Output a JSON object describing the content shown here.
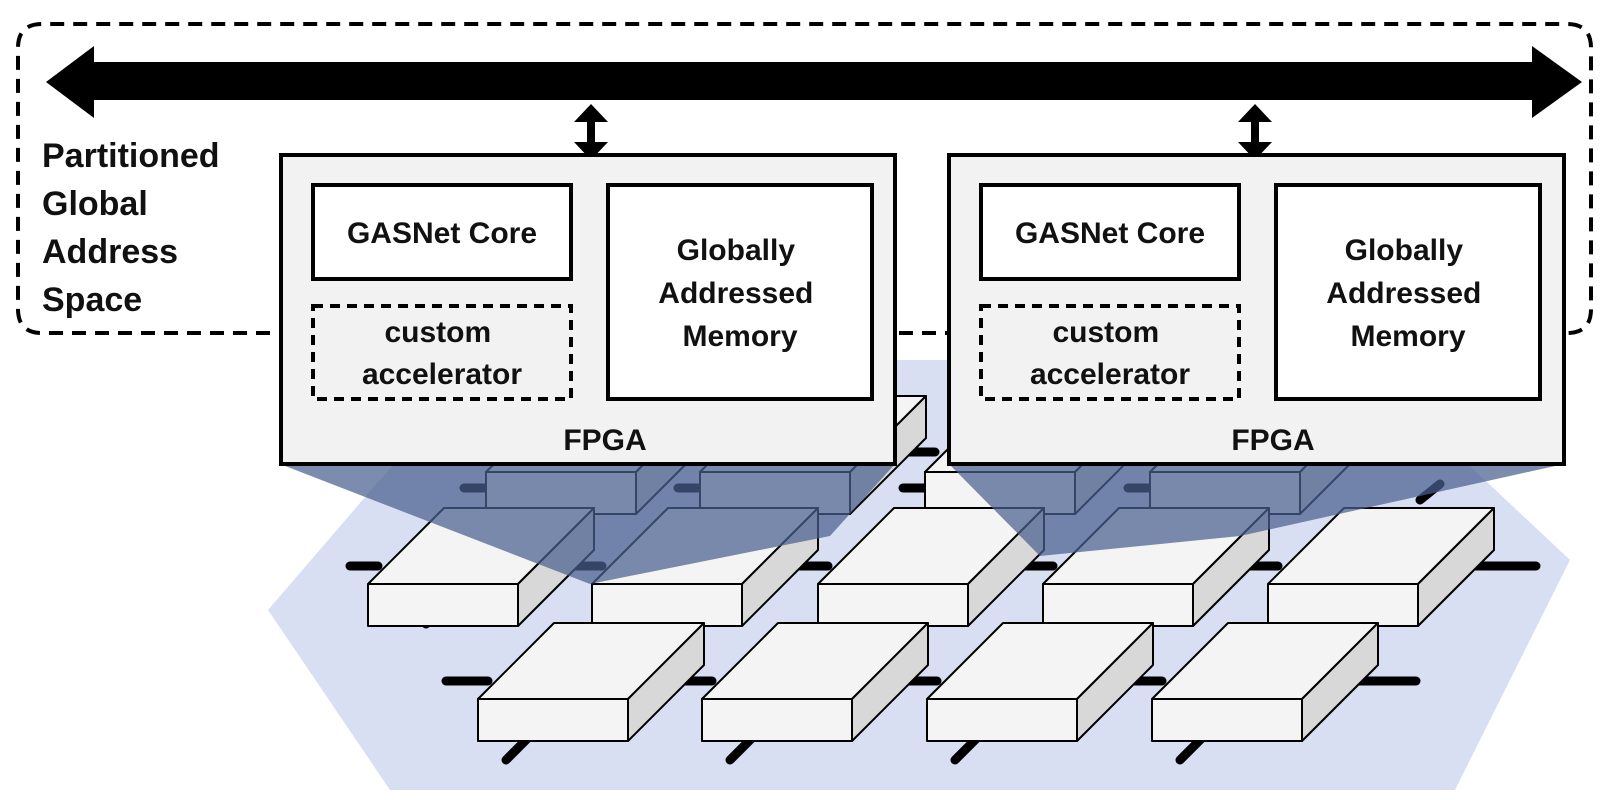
{
  "pgas_label": [
    "Partitioned",
    "Global",
    "Address",
    "Space"
  ],
  "nodes": [
    {
      "core_label": "GASNet Core",
      "accelerator_label": [
        "custom",
        "accelerator"
      ],
      "memory_label": [
        "Globally",
        "Addressed",
        "Memory"
      ],
      "fpga_label": "FPGA"
    },
    {
      "core_label": "GASNet Core",
      "accelerator_label": [
        "custom",
        "accelerator"
      ],
      "memory_label": [
        "Globally",
        "Addressed",
        "Memory"
      ],
      "fpga_label": "FPGA"
    }
  ],
  "colors": {
    "platform": "#d9dff2",
    "zoom_wedge": "#4a5f8f",
    "block_top": "#f4f4f4",
    "block_front": "#f4f4f4",
    "block_side": "#d8d8d8",
    "fpga_box": "#f2f2f2",
    "line": "#000000"
  }
}
